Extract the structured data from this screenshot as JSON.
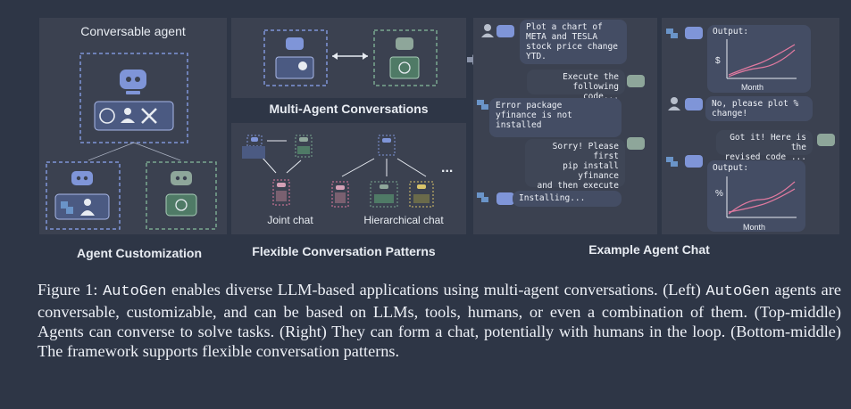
{
  "left_panel": {
    "title": "Conversable agent",
    "subtitle": "Agent Customization"
  },
  "middle_panel": {
    "top_label": "Multi-Agent Conversations",
    "joint_label": "Joint chat",
    "hier_label": "Hierarchical chat",
    "ellipsis": "...",
    "subtitle": "Flexible Conversation Patterns"
  },
  "right_panel": {
    "subtitle": "Example Agent Chat",
    "messages": [
      {
        "text": "Plot a chart of\nMETA and TESLA\nstock price change\nYTD."
      },
      {
        "text": "Execute the\nfollowing code..."
      },
      {
        "text": "Error package\nyfinance is not\ninstalled"
      },
      {
        "text": "Sorry! Please first\npip install yfinance\nand then execute\nthe code"
      },
      {
        "text": "Installing..."
      }
    ],
    "messages2": [
      {
        "text": "Output:"
      },
      {
        "text": "No, please plot %\nchange!"
      },
      {
        "text": "Got it! Here is the\nrevised code ..."
      },
      {
        "text": "Output:"
      }
    ],
    "plot1": {
      "ylabel": "$",
      "xlabel": "Month"
    },
    "plot2": {
      "ylabel": "%",
      "xlabel": "Month"
    }
  },
  "caption": {
    "fig": "Figure 1: ",
    "code1": "AutoGen",
    "t1": " enables diverse LLM-based applications using multi-agent conversations. (Left)",
    "code2": "AutoGen",
    "t2": " agents are conversable, customizable, and can be based on LLMs, tools, humans, or even a combination of them. (Top-middle) Agents can converse to solve tasks. (Right) They can form a chat, potentially with humans in the loop. (Bottom-middle) The framework supports flexible conversation patterns."
  },
  "colors": {
    "accent_blue": "#7f95d8",
    "accent_green": "#7aa88f",
    "pink": "#e27aa0"
  }
}
